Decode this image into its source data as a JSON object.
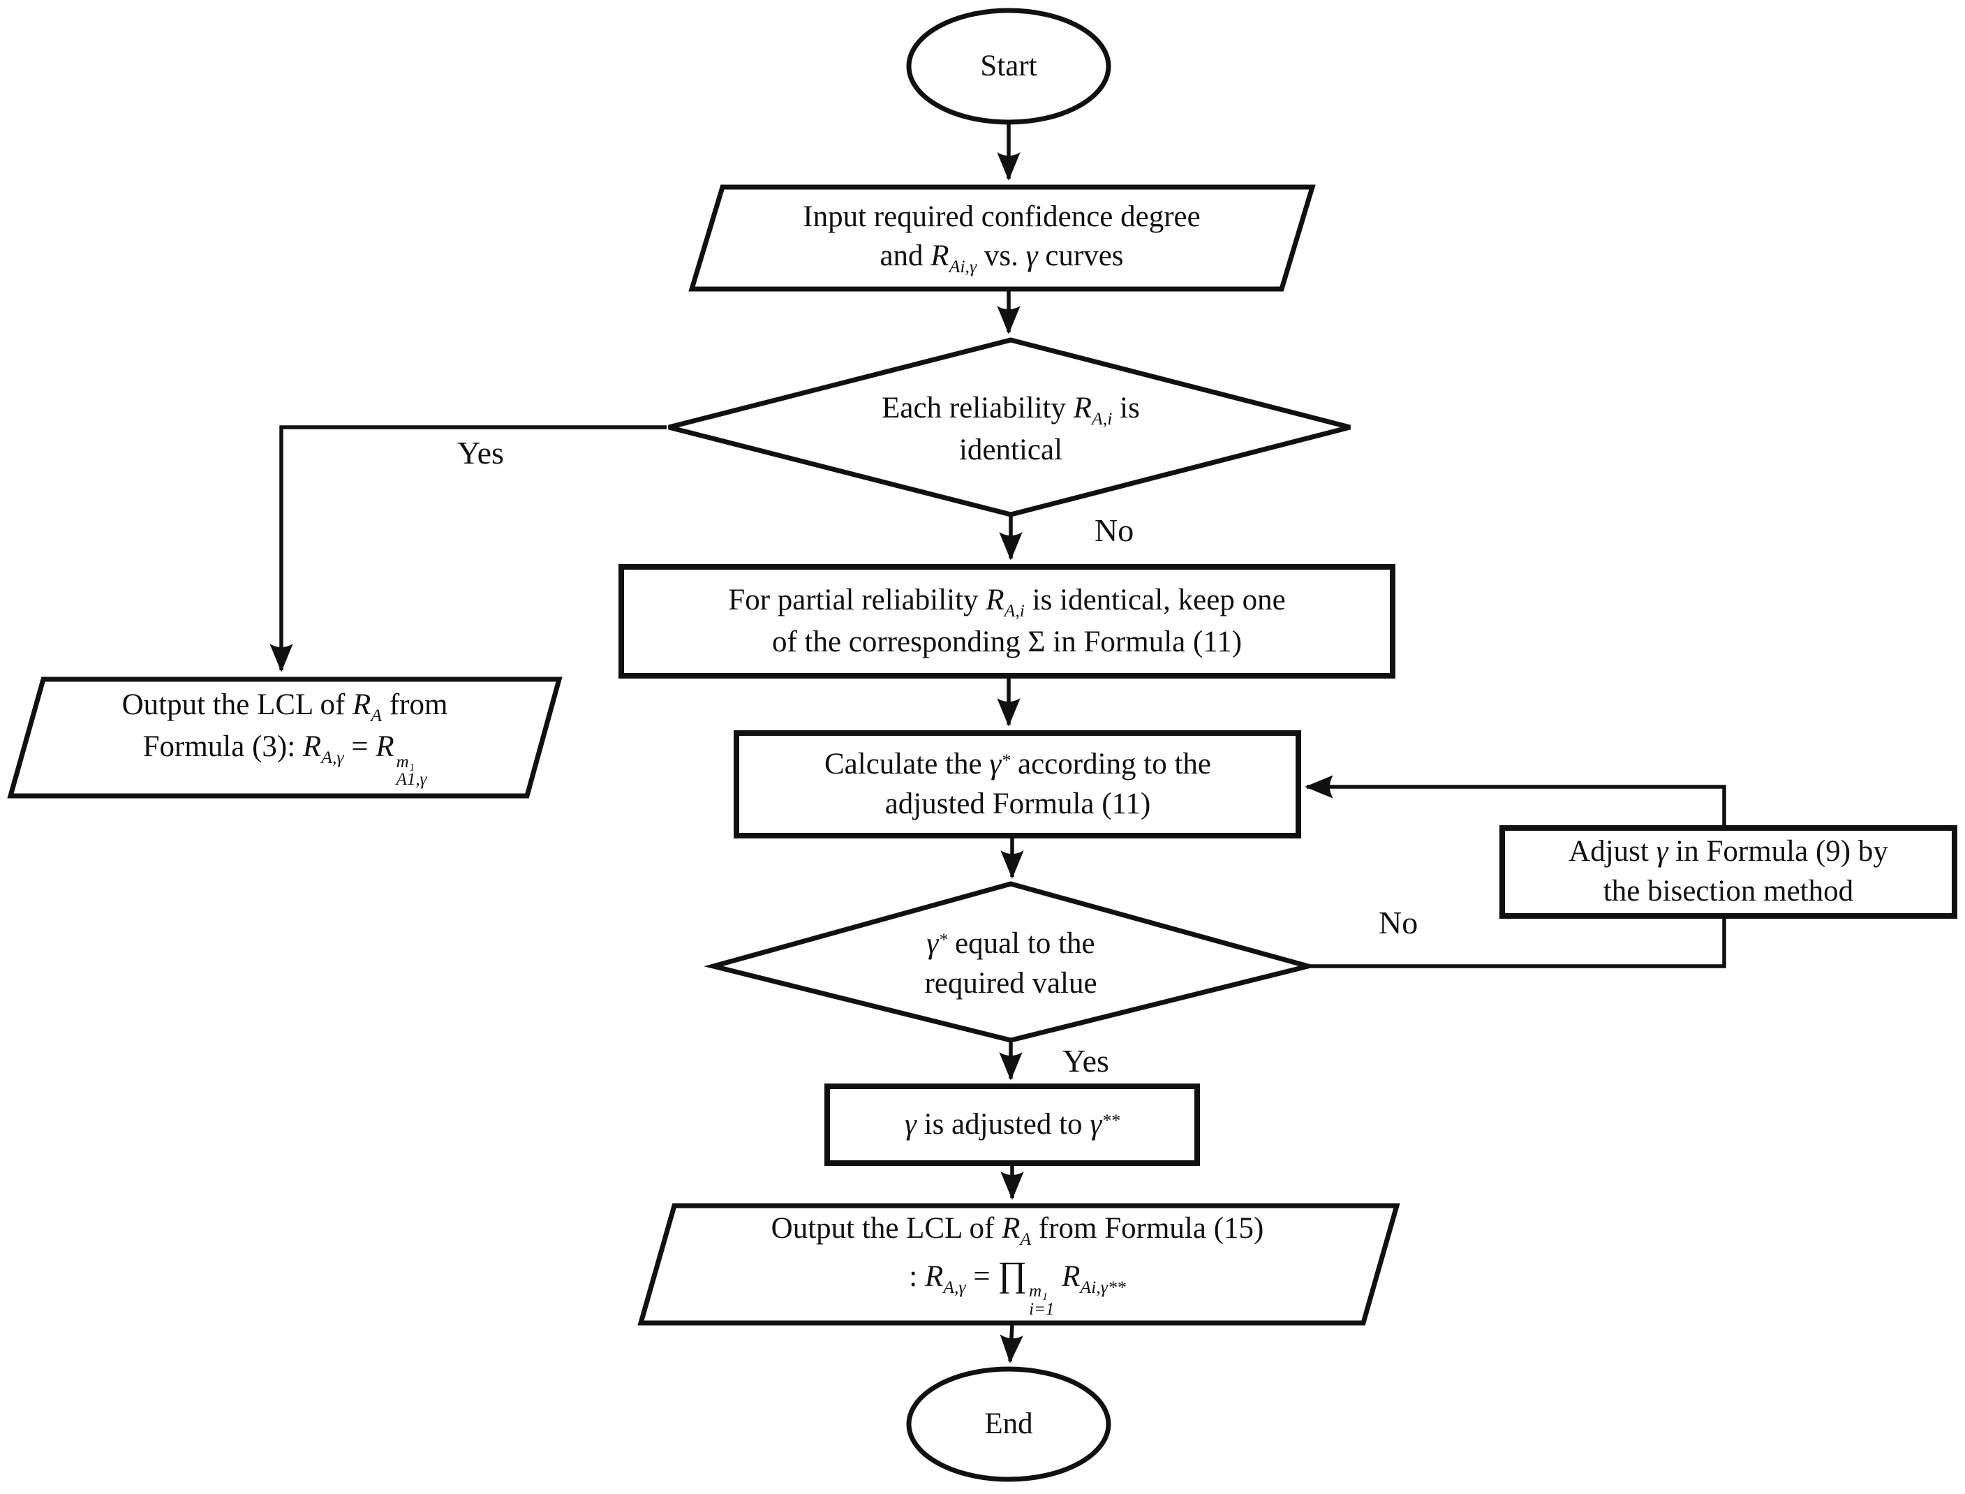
{
  "canvas": {
    "background": "#ffffff",
    "ink": "#111111"
  },
  "nodes": {
    "start": {
      "label": "Start"
    },
    "input": {
      "line1": "Input required confidence degree",
      "line2": {
        "pre": "and ",
        "R": "R",
        "Rsub": "Ai,γ",
        "mid": " vs. ",
        "gamma": "γ",
        "post": " curves"
      }
    },
    "decision1": {
      "line1": {
        "pre": "Each reliability ",
        "R": "R",
        "Rsub": "A,i",
        "post": " is"
      },
      "line2": "identical"
    },
    "outputYes": {
      "line1": {
        "pre": "Output the LCL of ",
        "R": "R",
        "Rsub": "A",
        "post": " from"
      },
      "line2": {
        "pre": "Formula (3):  ",
        "R1": "R",
        "R1sub": "A,γ",
        "eq": " = ",
        "R2": "R",
        "R2sup": "m₁",
        "R2sub": "A1,γ"
      }
    },
    "keepOne": {
      "line1": {
        "pre": "For partial reliability ",
        "R": "R",
        "Rsub": "A,i",
        "post": " is identical, keep one"
      },
      "line2": "of the corresponding Σ in Formula (11)"
    },
    "calc": {
      "line1": {
        "pre": "Calculate the ",
        "gamma": "γ",
        "sup": "*",
        "post": " according to the"
      },
      "line2": "adjusted Formula (11)"
    },
    "decision2": {
      "line1": {
        "gamma": "γ",
        "sup": "*",
        "post": " equal to the"
      },
      "line2": "required value"
    },
    "adjust": {
      "line1": {
        "pre": "Adjust ",
        "gamma": "γ",
        "post": " in Formula (9) by"
      },
      "line2": "the bisection method"
    },
    "adjusted": {
      "line1": {
        "gamma": "γ",
        "mid": " is adjusted to ",
        "gamma2": "γ",
        "sup": "**"
      }
    },
    "outputFinal": {
      "line1": {
        "pre": "Output the LCL of ",
        "R": "R",
        "Rsub": "A",
        "post": " from Formula (15)"
      },
      "line2": {
        "colon": ":  ",
        "R1": "R",
        "R1sub": "A,γ",
        "eq": " = ",
        "prod": "∏",
        "prodSup": "m₁",
        "prodSub": "i=1",
        "R2": "R",
        "R2sub": "Ai,γ**"
      }
    },
    "end": {
      "label": "End"
    }
  },
  "edges": {
    "yes1": "Yes",
    "no1": "No",
    "no2": "No",
    "yes2": "Yes"
  }
}
